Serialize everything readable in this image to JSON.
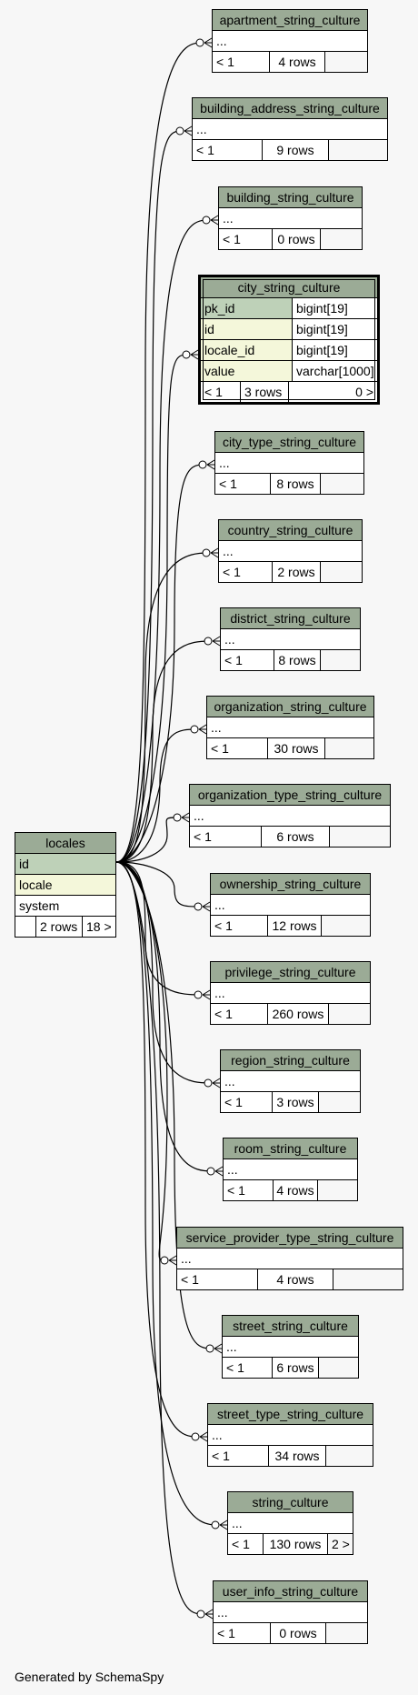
{
  "generated_by": "Generated by SchemaSpy",
  "locales": {
    "name": "locales",
    "columns": [
      {
        "name": "id",
        "kind": "pk"
      },
      {
        "name": "locale",
        "kind": "fk"
      },
      {
        "name": "system",
        "kind": "plain"
      }
    ],
    "footer": [
      "",
      "2 rows",
      "18 >"
    ]
  },
  "city": {
    "name": "city_string_culture",
    "columns": [
      {
        "name": "pk_id",
        "type": "bigint[19]",
        "kind": "pk"
      },
      {
        "name": "id",
        "type": "bigint[19]",
        "kind": "fk"
      },
      {
        "name": "locale_id",
        "type": "bigint[19]",
        "kind": "fk"
      },
      {
        "name": "value",
        "type": "varchar[1000]",
        "kind": "fk"
      }
    ],
    "footer": [
      "< 1",
      "3 rows",
      "0 >"
    ]
  },
  "tables": [
    {
      "name": "apartment_string_culture",
      "body": "...",
      "lt": "< 1",
      "rows": "4 rows",
      "ref": ""
    },
    {
      "name": "building_address_string_culture",
      "body": "...",
      "lt": "< 1",
      "rows": "9 rows",
      "ref": ""
    },
    {
      "name": "building_string_culture",
      "body": "...",
      "lt": "< 1",
      "rows": "0 rows",
      "ref": ""
    },
    {
      "name": "city_type_string_culture",
      "body": "...",
      "lt": "< 1",
      "rows": "8 rows",
      "ref": ""
    },
    {
      "name": "country_string_culture",
      "body": "...",
      "lt": "< 1",
      "rows": "2 rows",
      "ref": ""
    },
    {
      "name": "district_string_culture",
      "body": "...",
      "lt": "< 1",
      "rows": "8 rows",
      "ref": ""
    },
    {
      "name": "organization_string_culture",
      "body": "...",
      "lt": "< 1",
      "rows": "30 rows",
      "ref": ""
    },
    {
      "name": "organization_type_string_culture",
      "body": "...",
      "lt": "< 1",
      "rows": "6 rows",
      "ref": ""
    },
    {
      "name": "ownership_string_culture",
      "body": "...",
      "lt": "< 1",
      "rows": "12 rows",
      "ref": ""
    },
    {
      "name": "privilege_string_culture",
      "body": "...",
      "lt": "< 1",
      "rows": "260 rows",
      "ref": ""
    },
    {
      "name": "region_string_culture",
      "body": "...",
      "lt": "< 1",
      "rows": "3 rows",
      "ref": ""
    },
    {
      "name": "room_string_culture",
      "body": "...",
      "lt": "< 1",
      "rows": "4 rows",
      "ref": ""
    },
    {
      "name": "service_provider_type_string_culture",
      "body": "...",
      "lt": "< 1",
      "rows": "4 rows",
      "ref": ""
    },
    {
      "name": "street_string_culture",
      "body": "...",
      "lt": "< 1",
      "rows": "6 rows",
      "ref": ""
    },
    {
      "name": "street_type_string_culture",
      "body": "...",
      "lt": "< 1",
      "rows": "34 rows",
      "ref": ""
    },
    {
      "name": "string_culture",
      "body": "...",
      "lt": "< 1",
      "rows": "130 rows",
      "ref": "2 >"
    },
    {
      "name": "user_info_string_culture",
      "body": "...",
      "lt": "< 1",
      "rows": "0 rows",
      "ref": ""
    }
  ]
}
